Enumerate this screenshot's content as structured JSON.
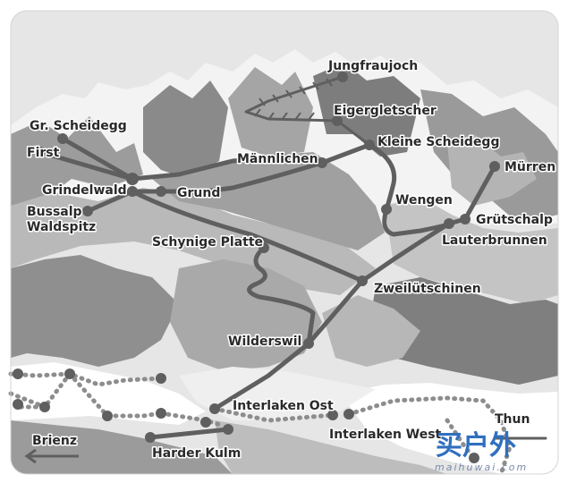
{
  "stations": {
    "jungfraujoch": "Jungfraujoch",
    "eigergletscher": "Eigergletscher",
    "kleine_scheidegg": "Kleine Scheidegg",
    "gr_scheidegg": "Gr. Scheidegg",
    "first": "First",
    "grindelwald": "Grindelwald",
    "grund": "Grund",
    "maennlichen": "Männlichen",
    "bussalp": "Bussalp",
    "waldspitz": "Waldspitz",
    "muerren": "Mürren",
    "wengen": "Wengen",
    "gruetschalp": "Grütschalp",
    "lauterbrunnen": "Lauterbrunnen",
    "schynige_platte": "Schynige Platte",
    "zweiluetschinen": "Zweilütschinen",
    "wilderswil": "Wilderswil",
    "interlaken_ost": "Interlaken Ost",
    "interlaken_west": "Interlaken West",
    "thun": "Thun",
    "brienz": "Brienz",
    "harder_kulm": "Harder Kulm"
  },
  "watermark": {
    "text": "买户外",
    "sub": "maihuwai.com"
  },
  "colors": {
    "rail": "#5f5f5f",
    "mountain_dark": "#8a8a8a",
    "mountain_mid": "#a8a8a8",
    "mountain_light": "#c9c9c9",
    "snow": "#f4f4f4",
    "lake": "#ffffff",
    "watermark": "#2f6fc0"
  }
}
